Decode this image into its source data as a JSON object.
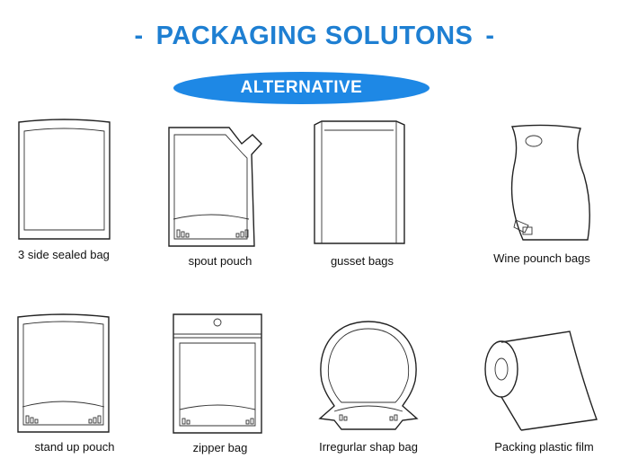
{
  "header": {
    "title": "PACKAGING SOLUTONS",
    "dash": "-",
    "badge": "ALTERNATIVE"
  },
  "items": [
    {
      "label": "3 side sealed bag",
      "icon": "three-side-sealed-bag-icon"
    },
    {
      "label": "spout pouch",
      "icon": "spout-pouch-icon"
    },
    {
      "label": "gusset bags",
      "icon": "gusset-bag-icon"
    },
    {
      "label": "Wine pounch bags",
      "icon": "wine-pouch-bag-icon"
    },
    {
      "label": "stand up pouch",
      "icon": "stand-up-pouch-icon"
    },
    {
      "label": "zipper bag",
      "icon": "zipper-bag-icon"
    },
    {
      "label": "Irregurlar shap bag",
      "icon": "irregular-shape-bag-icon"
    },
    {
      "label": "Packing plastic film",
      "icon": "plastic-film-roll-icon"
    }
  ],
  "colors": {
    "accent": "#1e88e5",
    "title": "#1e7fd2"
  }
}
